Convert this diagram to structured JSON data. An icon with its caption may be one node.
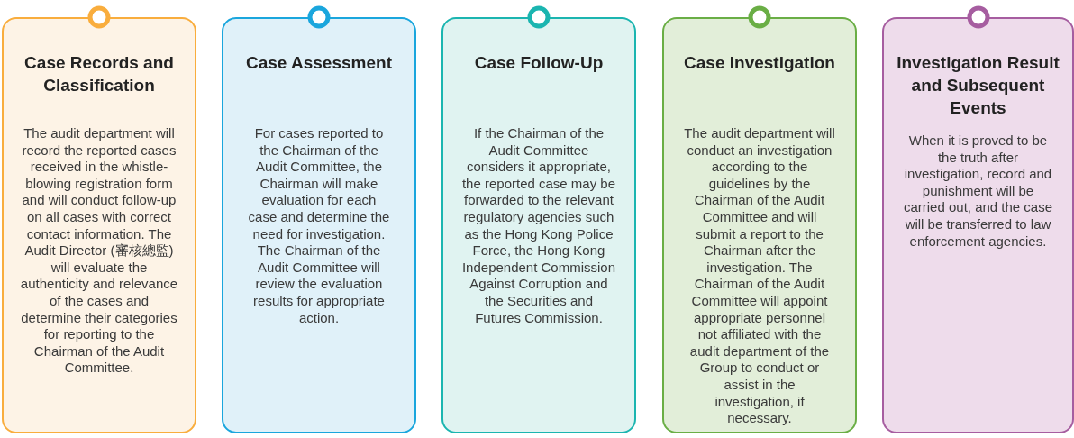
{
  "diagram": {
    "nodes": [
      {
        "text": [
          "Case Records and Classification",
          "The audit department will record the reported cases received in the whistle-blowing registration form and will conduct follow-up on all cases with correct contact information. The Audit Director (審核總監) will evaluate the authenticity and relevance of the cases and determine their categories for reporting to the Chairman of the Audit Committee."
        ]
      },
      {
        "text": [
          "Case Assessment",
          "For cases reported to the Chairman of the Audit Committee, the Chairman will make evaluation for each case and determine the need for investigation. The Chairman of the Audit Committee will review the evaluation results for appropriate action."
        ]
      },
      {
        "text": [
          "Case Follow-Up",
          "If the Chairman of the Audit Committee considers it appropriate, the reported case may be forwarded to the relevant regulatory agencies such as the Hong Kong Police Force, the Hong Kong Independent Commission Against Corruption and the Securities and Futures Commission."
        ]
      },
      {
        "text": [
          "Case Investigation",
          "The audit department will conduct an investigation according to the guidelines by the Chairman of the Audit Committee and will submit a report to the Chairman after the investigation. The Chairman of the Audit Committee will appoint appropriate personnel not affiliated with the audit department of the Group to conduct or assist in the investigation, if necessary."
        ]
      },
      {
        "text": [
          "Investigation Result and Subsequent Events",
          "When it is proved to be the truth after investigation, record and punishment will be carried out, and the case will be transferred to law enforcement agencies."
        ]
      }
    ]
  }
}
